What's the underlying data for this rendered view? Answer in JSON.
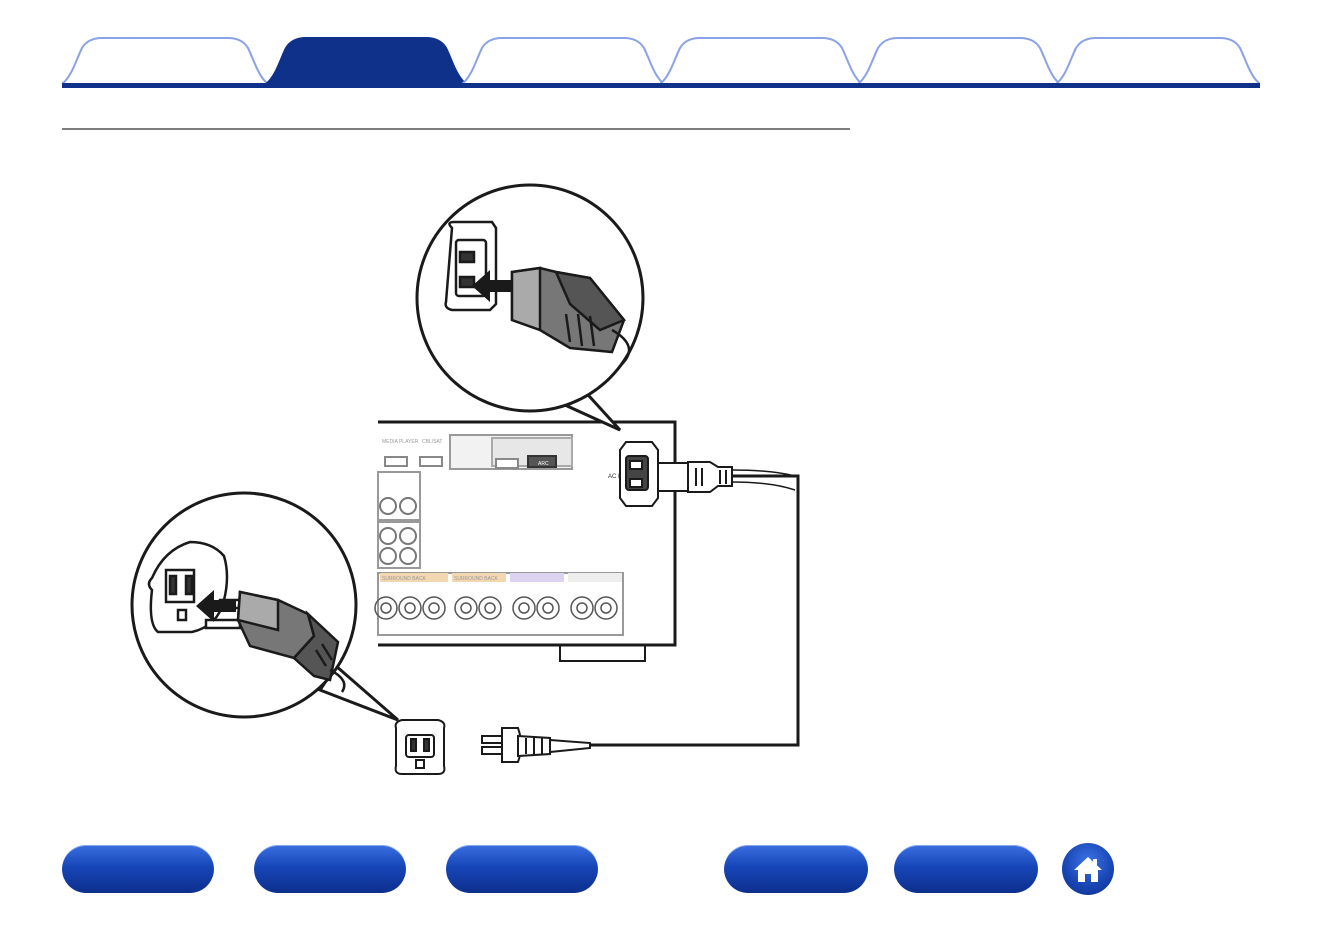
{
  "tabs": [
    {
      "label": "",
      "active": false
    },
    {
      "label": "",
      "active": true
    },
    {
      "label": "",
      "active": false
    },
    {
      "label": "",
      "active": false
    },
    {
      "label": "",
      "active": false
    },
    {
      "label": "",
      "active": false
    }
  ],
  "illustration": {
    "rear_panel_labels": [
      "MEDIA PLAYER",
      "CBL/SAT",
      "SURROUND BACK",
      "SURROUND BACK",
      "ARC"
    ],
    "ac_label": "AC IN"
  },
  "bottom_nav": [
    {
      "label": ""
    },
    {
      "label": ""
    },
    {
      "label": ""
    },
    {
      "label": ""
    },
    {
      "label": ""
    }
  ],
  "icons": {
    "home": "home-icon"
  },
  "colors": {
    "tab_inactive": "#6d8ae0",
    "tab_active": "#0f3189",
    "tab_border": "#8aa3e6",
    "button_blue": "#1746b8"
  }
}
